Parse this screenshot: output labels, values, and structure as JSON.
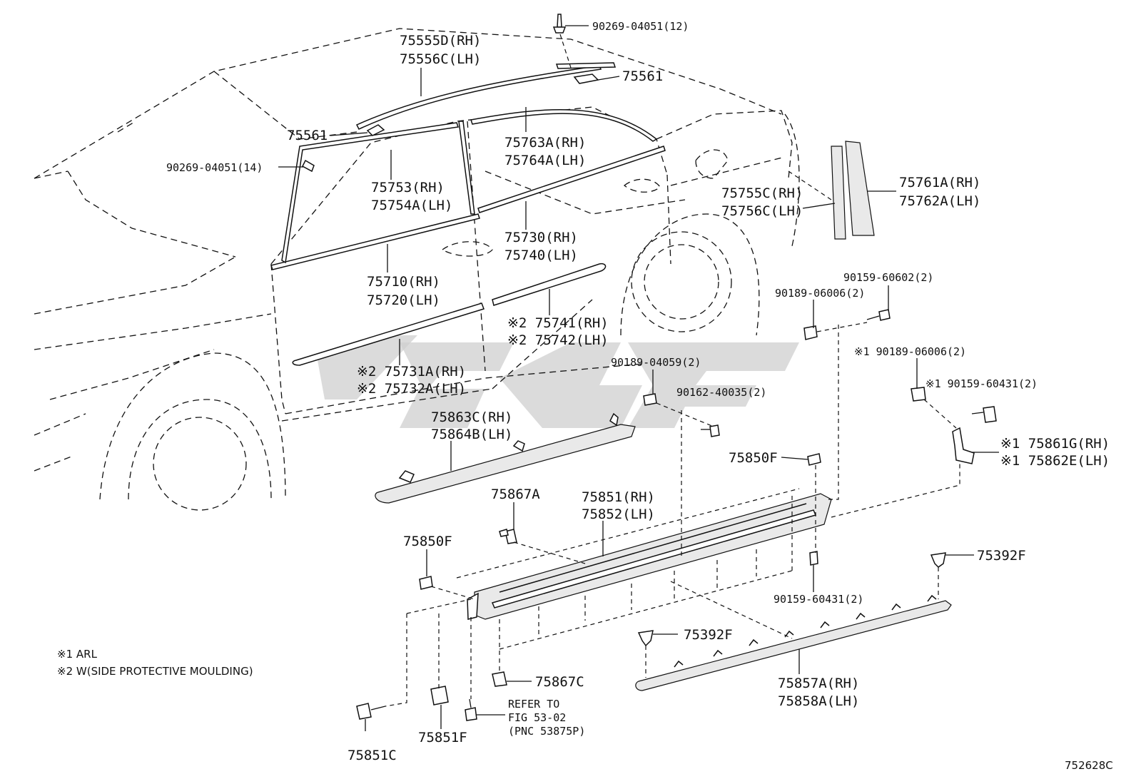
{
  "parts": {
    "p90269_12": "90269-04051(12)",
    "p75555D": "75555D(RH)",
    "p75556C": "75556C(LH)",
    "p75561_top": "75561",
    "p75561_left": "75561",
    "p90269_14": "90269-04051(14)",
    "p75763A": "75763A(RH)",
    "p75764A": "75764A(LH)",
    "p75753": "75753(RH)",
    "p75754A": "75754A(LH)",
    "p75730": "75730(RH)",
    "p75740": "75740(LH)",
    "p75710": "75710(RH)",
    "p75720": "75720(LH)",
    "p75741": "※2 75741(RH)",
    "p75742": "※2 75742(LH)",
    "p75731A": "※2 75731A(RH)",
    "p75732A": "※2 75732A(LH)",
    "p75755C": "75755C(RH)",
    "p75756C": "75756C(LH)",
    "p75761A": "75761A(RH)",
    "p75762A": "75762A(LH)",
    "p90159_60602": "90159-60602(2)",
    "p90189_06006": "90189-06006(2)",
    "p90189_06006_arl": "※1 90189-06006(2)",
    "p90159_60431_arl": "※1 90159-60431(2)",
    "p90189_04059": "90189-04059(2)",
    "p90162_40035": "90162-40035(2)",
    "p75863C": "75863C(RH)",
    "p75864B": "75864B(LH)",
    "p75861G": "※1 75861G(RH)",
    "p75862E": "※1 75862E(LH)",
    "p75850F_right": "75850F",
    "p75867A": "75867A",
    "p75851": "75851(RH)",
    "p75852": "75852(LH)",
    "p75850F_left": "75850F",
    "p75392F_right": "75392F",
    "p90159_60431": "90159-60431(2)",
    "p75392F_mid": "75392F",
    "p75867C": "75867C",
    "p75857A": "75857A(RH)",
    "p75858A": "75858A(LH)",
    "p75851C": "75851C",
    "p75851F": "75851F",
    "refer_1": "REFER TO",
    "refer_2": "FIG 53-02",
    "refer_3": "(PNC 53875P)"
  },
  "notes": {
    "note1": "※1 ARL",
    "note2": "※2 W(SIDE PROTECTIVE MOULDING)"
  },
  "figure_id": "752628C"
}
